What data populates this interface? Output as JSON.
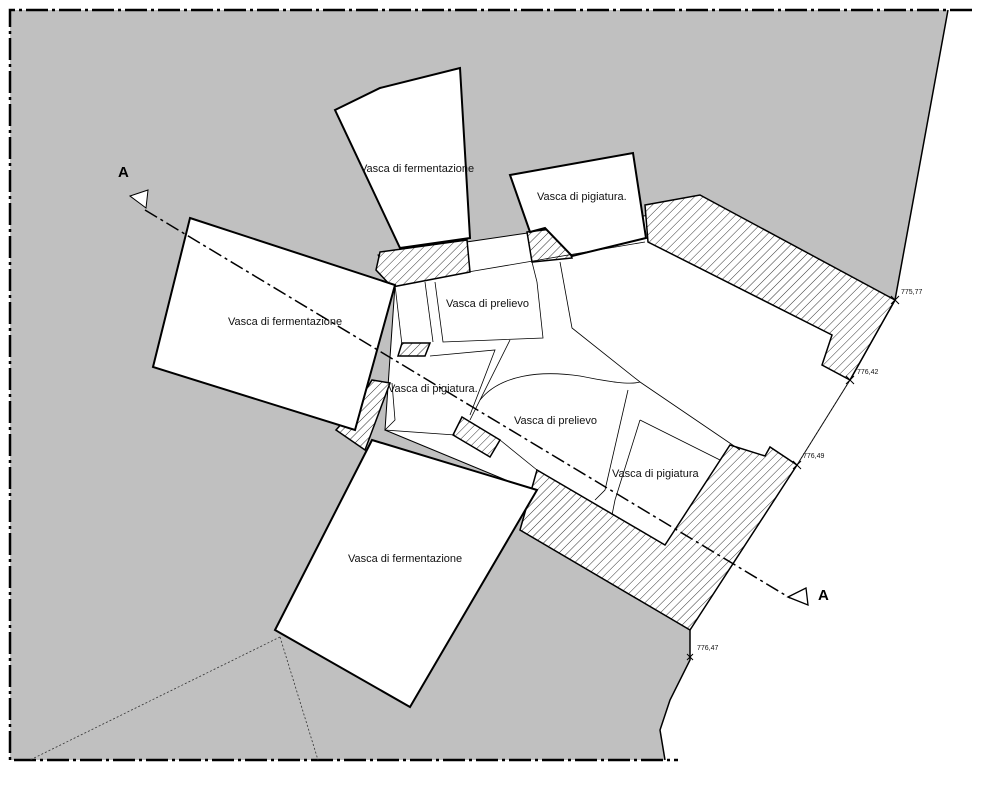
{
  "plan": {
    "rooms": [
      {
        "id": "ferm-top",
        "label": "Vasca di fermentazione"
      },
      {
        "id": "pig-top",
        "label": "Vasca  di pigiatura."
      },
      {
        "id": "ferm-left",
        "label": "Vasca di fermentazione"
      },
      {
        "id": "prel-1",
        "label": "Vasca di prelievo"
      },
      {
        "id": "pig-mid",
        "label": "Vasca  di pigiatura."
      },
      {
        "id": "prel-2",
        "label": "Vasca di prelievo"
      },
      {
        "id": "pig-right",
        "label": "Vasca  di pigiatura"
      },
      {
        "id": "ferm-bottom",
        "label": "Vasca di fermentazione"
      }
    ],
    "elevations": [
      "775,77",
      "776,42",
      "776,49",
      "776,47"
    ],
    "section_label_start": "A",
    "section_label_end": "A"
  },
  "colors": {
    "ground": "#c0c0c0",
    "line": "#000000",
    "room": "#ffffff"
  }
}
